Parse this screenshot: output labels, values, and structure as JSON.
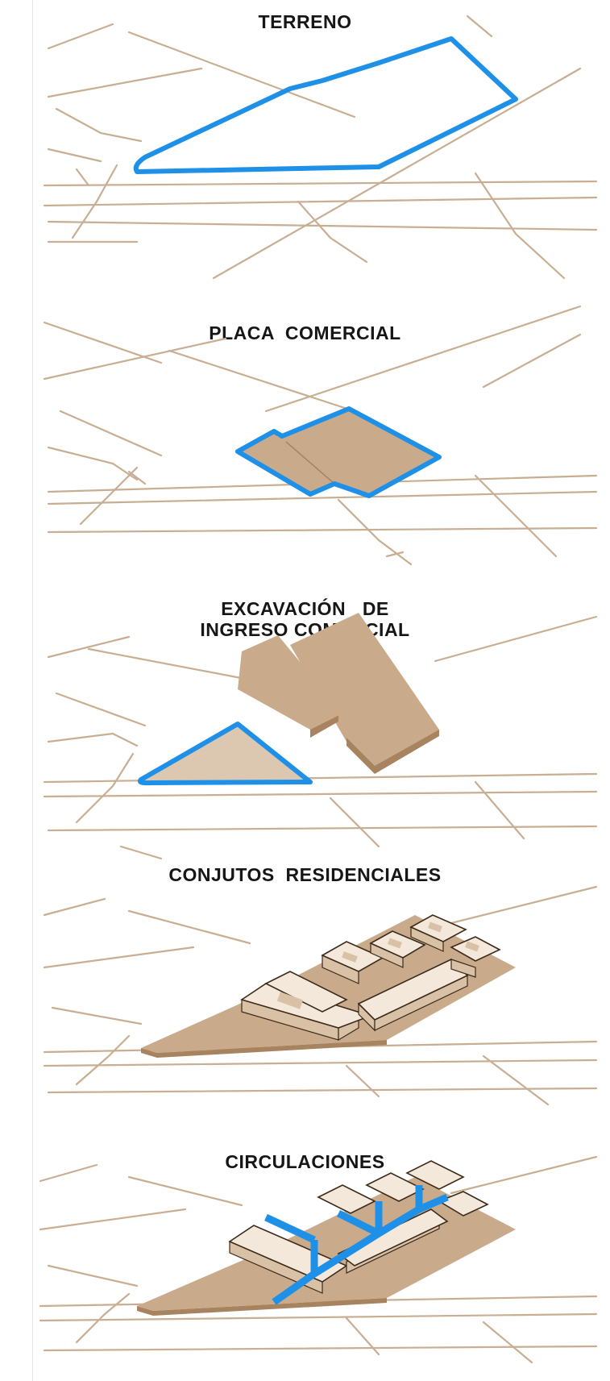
{
  "panels": [
    {
      "title": "TERRENO"
    },
    {
      "title": "PLACA  COMERCIAL"
    },
    {
      "title": "EXCAVACIÓN   DE\nINGRESO COMERCIAL"
    },
    {
      "title": "CONJUTOS  RESIDENCIALES"
    },
    {
      "title": "CIRCULACIONES"
    }
  ],
  "colors": {
    "road": "#c8ae92",
    "highlight_blue": "#1e90e8",
    "building_tan": "#c9ab8b"
  }
}
